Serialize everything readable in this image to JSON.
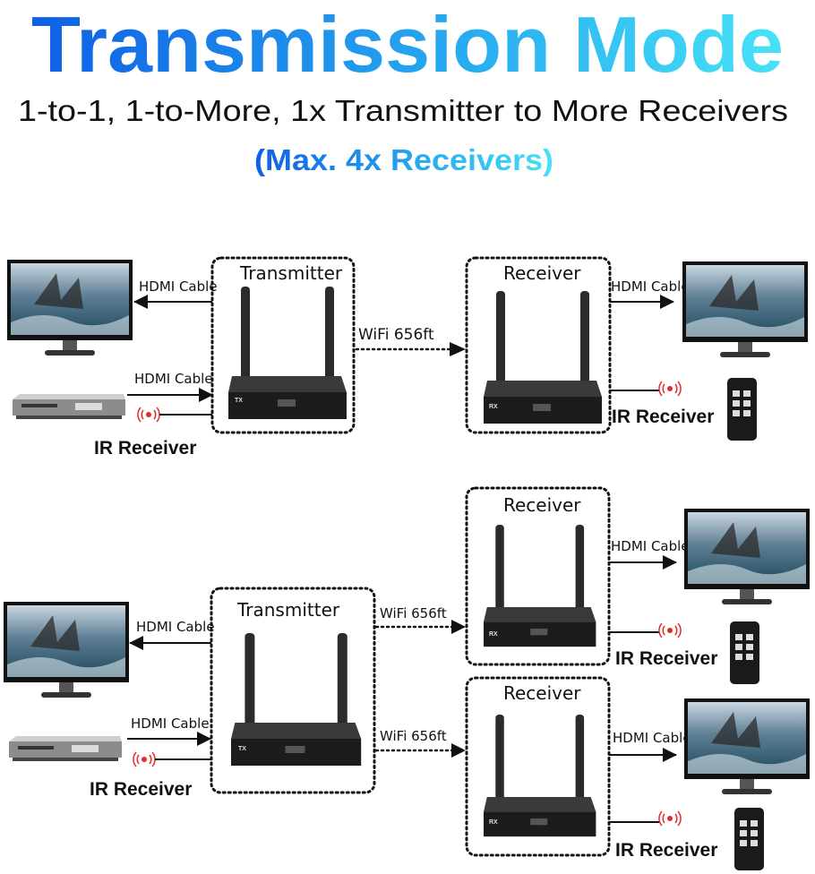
{
  "header": {
    "title_part1": "Transmission",
    "title_part2": "Mode",
    "subtitle": "1-to-1, 1-to-More, 1x Transmitter to More Receivers",
    "note": "(Max. 4x Receivers)"
  },
  "colors": {
    "title_blue": "#1263e6",
    "title_cyan": "#43dcf6",
    "ir_red": "#e32b2b"
  },
  "labels": {
    "transmitter": "Transmitter",
    "receiver": "Receiver",
    "hdmi_cable": "HDMI Cable",
    "wifi": "WiFi 656ft",
    "ir_receiver": "IR Receiver",
    "tx_badge": "TX",
    "rx_badge": "RX"
  },
  "icons": [
    "monitor-icon",
    "dvd-player-icon",
    "transmitter-device-icon",
    "receiver-device-icon",
    "remote-control-icon",
    "ir-signal-icon",
    "arrow-icon"
  ]
}
